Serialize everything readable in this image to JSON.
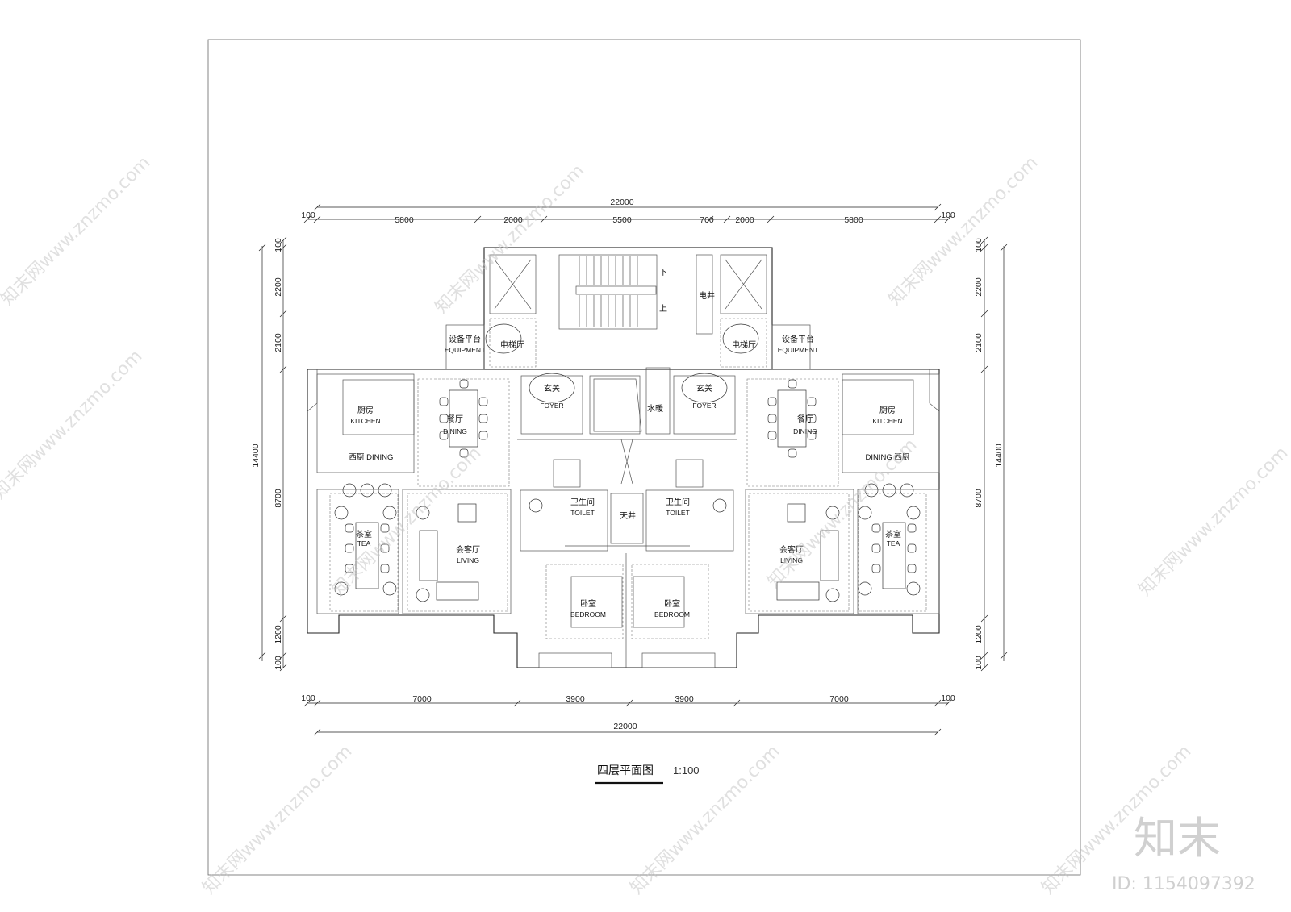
{
  "dimensions": {
    "top_total": "22000",
    "top_end": "100",
    "top_segments": [
      "5800",
      "2000",
      "5500",
      "700",
      "2000",
      "5800"
    ],
    "bottom_total": "22000",
    "bottom_end": "100",
    "bottom_segments": [
      "7000",
      "3900",
      "3900",
      "7000"
    ],
    "left_total": "14400",
    "left_segments": [
      "100",
      "2200",
      "2100",
      "8700",
      "1200",
      "100"
    ],
    "right_total": "14400",
    "right_segments": [
      "100",
      "2200",
      "2100",
      "8700",
      "1200",
      "100"
    ]
  },
  "rooms": {
    "equipment_cn": "设备平台",
    "equipment_en": "EQUIPMENT",
    "elevator_hall": "电梯厅",
    "electric_shaft": "电井",
    "stair_down": "下",
    "stair_up": "上",
    "foyer_cn": "玄关",
    "foyer_en": "FOYER",
    "water_heating": "水暖",
    "kitchen_cn": "厨房",
    "kitchen_en": "KITCHEN",
    "dining_cn": "餐厅",
    "dining_en": "DINING",
    "western_kitchen_left": "西厨 DINING",
    "western_kitchen_right": "DINING 西厨",
    "tea_cn": "茶室",
    "tea_en": "TEA",
    "living_cn": "会客厅",
    "living_en": "LIVING",
    "toilet_cn": "卫生间",
    "toilet_en": "TOILET",
    "lightwell": "天井",
    "bedroom_cn": "卧室",
    "bedroom_en": "BEDROOM"
  },
  "drawing_title": "四层平面图",
  "drawing_scale": "1:100",
  "watermark": {
    "text": "知末网www.znzmo.com",
    "brand": "知末",
    "id": "ID: 1154097392"
  }
}
